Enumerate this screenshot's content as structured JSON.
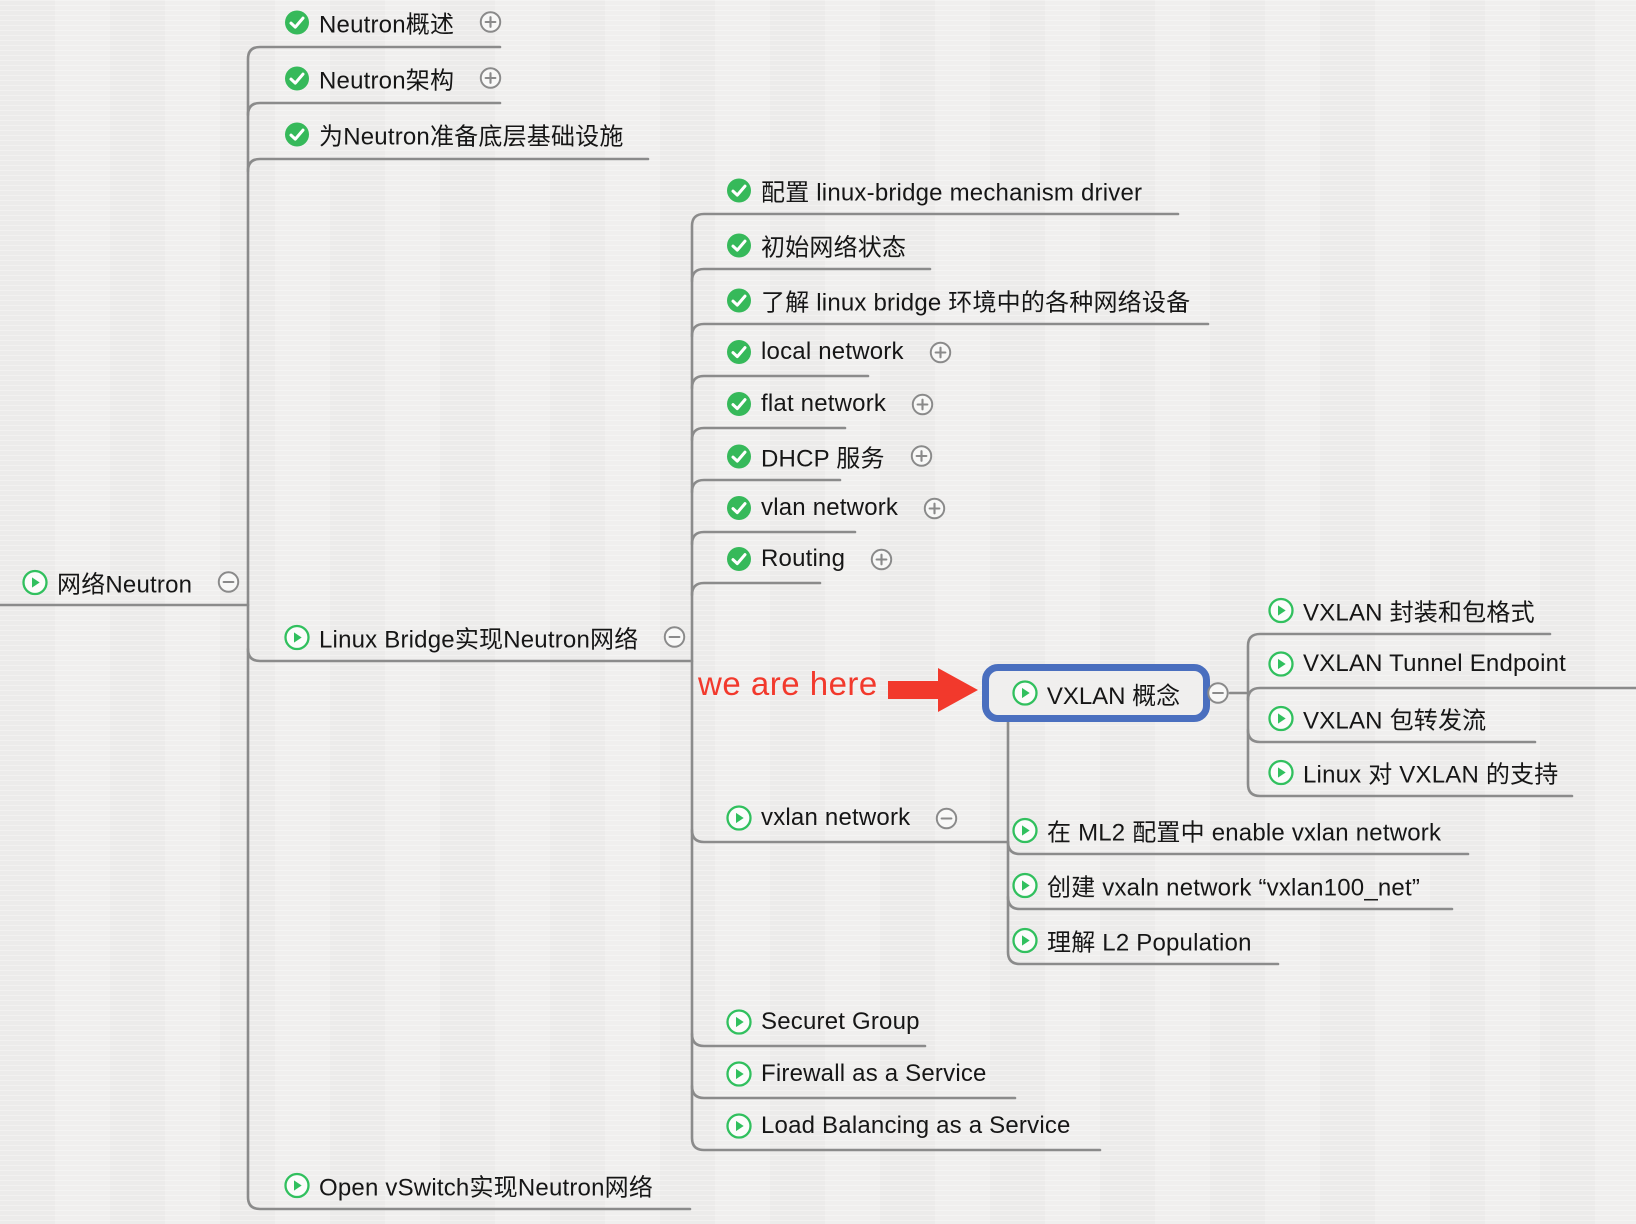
{
  "app": {
    "type": "mindmap-canvas"
  },
  "colors": {
    "background": "#f0efee",
    "connector_gray": "#8b8b8b",
    "check_green": "#36b95a",
    "play_green": "#31c05e",
    "highlight_blue": "#4a6fbf",
    "annotation_red": "#f2392c",
    "text": "#161616"
  },
  "annotation": {
    "text": "we are here",
    "color": "#f2392c"
  },
  "tree": {
    "root": {
      "label": "网络Neutron",
      "state": "todo",
      "toggle": "minus"
    },
    "level1": [
      {
        "label": "Neutron概述",
        "state": "done",
        "toggle": "plus"
      },
      {
        "label": "Neutron架构",
        "state": "done",
        "toggle": "plus"
      },
      {
        "label": "为Neutron准备底层基础设施",
        "state": "done"
      },
      {
        "label": "Linux Bridge实现Neutron网络",
        "state": "todo",
        "toggle": "minus"
      },
      {
        "label": "Open vSwitch实现Neutron网络",
        "state": "todo"
      }
    ],
    "linux_bridge_children": [
      {
        "label": "配置 linux-bridge mechanism driver",
        "state": "done"
      },
      {
        "label": "初始网络状态",
        "state": "done"
      },
      {
        "label": "了解 linux bridge 环境中的各种网络设备",
        "state": "done"
      },
      {
        "label": "local network",
        "state": "done",
        "toggle": "plus"
      },
      {
        "label": "flat network",
        "state": "done",
        "toggle": "plus"
      },
      {
        "label": "DHCP 服务",
        "state": "done",
        "toggle": "plus"
      },
      {
        "label": "vlan network",
        "state": "done",
        "toggle": "plus"
      },
      {
        "label": "Routing",
        "state": "done",
        "toggle": "plus"
      },
      {
        "label": "vxlan network",
        "state": "todo",
        "toggle": "minus"
      },
      {
        "label": "Securet Group",
        "state": "todo"
      },
      {
        "label": "Firewall as a Service",
        "state": "todo"
      },
      {
        "label": "Load Balancing as a Service",
        "state": "todo"
      }
    ],
    "vxlan_children": [
      {
        "label": "VXLAN 概念",
        "state": "todo",
        "toggle": "minus",
        "highlighted": true
      },
      {
        "label": "在 ML2 配置中 enable vxlan network",
        "state": "todo"
      },
      {
        "label": "创建 vxaln network “vxlan100_net”",
        "state": "todo"
      },
      {
        "label": "理解 L2 Population",
        "state": "todo"
      }
    ],
    "vxlan_concept_children": [
      {
        "label": "VXLAN 封装和包格式",
        "state": "todo"
      },
      {
        "label": "VXLAN Tunnel Endpoint",
        "state": "todo"
      },
      {
        "label": "VXLAN 包转发流",
        "state": "todo"
      },
      {
        "label": "Linux 对 VXLAN 的支持",
        "state": "todo"
      }
    ]
  }
}
